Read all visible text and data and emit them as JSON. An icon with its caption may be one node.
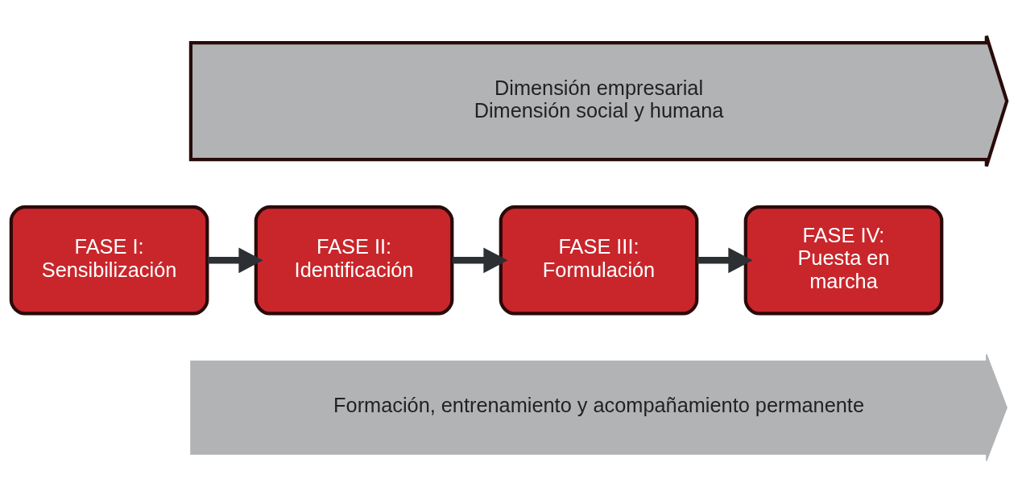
{
  "diagram": {
    "nodes": [
      {
        "text": [
          "Dimensión empresarial",
          "Dimensión social y humana"
        ]
      },
      {
        "text": [
          "FASE I: Sensibilización"
        ]
      },
      {
        "text": [
          "FASE II: Identificación"
        ]
      },
      {
        "text": [
          "FASE III: Formulación"
        ]
      },
      {
        "text": [
          "FASE IV: Puesta en marcha"
        ]
      },
      {
        "text": [
          "Formación, entrenamiento y acompañamiento permanente"
        ]
      }
    ],
    "edges": [
      {
        "from": 1,
        "to": 2,
        "arrow": "to"
      },
      {
        "from": 2,
        "to": 3,
        "arrow": "to"
      },
      {
        "from": 3,
        "to": 4,
        "arrow": "to"
      }
    ]
  }
}
